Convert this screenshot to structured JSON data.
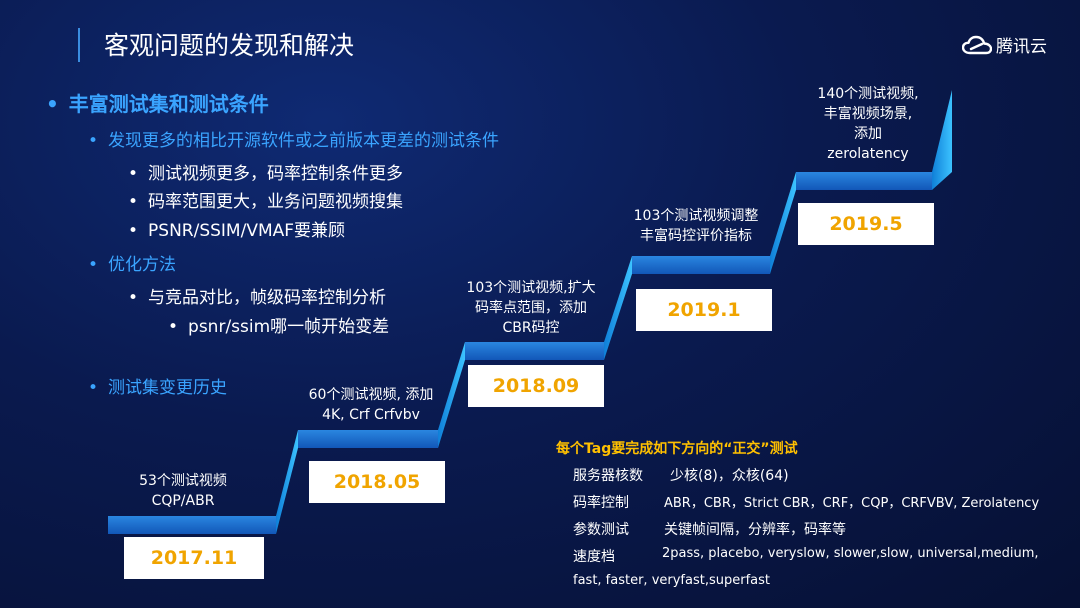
{
  "title": "客观问题的发现和解决",
  "logo": {
    "text": "腾讯云",
    "icon": "cloud-icon"
  },
  "bullets": [
    {
      "level": 1,
      "text": "丰富测试集和测试条件"
    },
    {
      "level": 2,
      "text": "发现更多的相比开源软件或之前版本更差的测试条件"
    },
    {
      "level": 3,
      "text": "测试视频更多，码率控制条件更多"
    },
    {
      "level": 3,
      "text": "码率范围更大，业务问题视频搜集"
    },
    {
      "level": 3,
      "text": "PSNR/SSIM/VMAF要兼顾"
    },
    {
      "level": 2,
      "text": "优化方法"
    },
    {
      "level": 3,
      "text": "与竞品对比，帧级码率控制分析"
    },
    {
      "level": 4,
      "text": "psnr/ssim哪一帧开始变差"
    },
    {
      "level": 2,
      "text": "测试集变更历史"
    }
  ],
  "timeline": [
    {
      "date": "2017.11",
      "lines": [
        "53个测试视频",
        "CQP/ABR"
      ]
    },
    {
      "date": "2018.05",
      "lines": [
        "60个测试视频, 添加",
        "4K, Crf Crfvbv"
      ]
    },
    {
      "date": "2018.09",
      "lines": [
        "103个测试视频,扩大",
        "码率点范围，添加",
        "CBR码控"
      ]
    },
    {
      "date": "2019.1",
      "lines": [
        "103个测试视频调整",
        "丰富码控评价指标"
      ]
    },
    {
      "date": "2019.5",
      "lines": [
        "140个测试视频,",
        "丰富视频场景,",
        "添加",
        "zerolatency"
      ]
    }
  ],
  "orthogonal": {
    "title": "每个Tag要完成如下方向的“正交”测试",
    "rows": [
      {
        "key": "服务器核数",
        "value": "少核(8)，众核(64)"
      },
      {
        "key": "码率控制",
        "value": "ABR，CBR，Strict CBR，CRF，CQP，CRFVBV, Zerolatency"
      },
      {
        "key": "参数测试",
        "value": "关键帧间隔，分辨率，码率等"
      },
      {
        "key": "速度档",
        "value": "2pass, placebo, veryslow, slower,slow, universal,medium,"
      },
      {
        "key": "",
        "value": "fast, faster, veryfast,superfast"
      }
    ]
  },
  "colors": {
    "accent": "#3aa4ff",
    "date_text": "#f0a400",
    "orth_title": "#ffc000",
    "stair_top": "#1a6fd1",
    "stair_riser": "#29b6f6"
  }
}
